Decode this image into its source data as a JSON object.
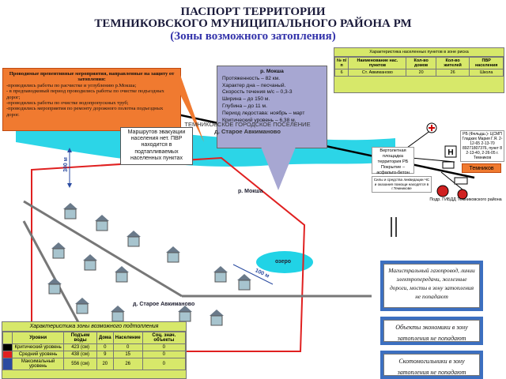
{
  "title": {
    "line1": "ПАСПОРТ ТЕРРИТОРИИ",
    "line2": "ТЕМНИКОВСКОГО МУНИЦИПАЛЬНОГО РАЙОНА РМ",
    "line3": "(Зоны возможного затопления)"
  },
  "preventive": {
    "heading": "Проводимые превентивные мероприятия, направленные на защиту от затопления:",
    "items": [
      "-проводились работы по расчистке и углублению р.Мокша;",
      "- в предпаводковый период проводились работы по очистке подъездных дорог;",
      "-проводились работы по очистке водопропускных труб;",
      "-проводились мероприятия по ремонту дорожного полотна подъездных дорог."
    ]
  },
  "river_info": {
    "title": "р. Мокша",
    "lines": [
      "Протяженность – 82 км.",
      "Характер дна – песчаный.",
      "Скорость течения м/с – 0,3-3",
      "Ширина – до 150 м.",
      "Глубина – до 11 м.",
      "Период ледостава: ноябрь – март",
      "Критический уровень – 6,38 м."
    ]
  },
  "evac_callout": "Маршрутов эвакуации населения нет. ПВР находится в подтапливаемых населенных пунктах",
  "settlement_label": {
    "line1": "ТЕМНИКОВСКОЕ ГОРОДСКОЕ ПОСЕЛЕНИЕ",
    "line2": "д. Старое Авкиманово"
  },
  "top_table": {
    "caption": "Характеристика населенных пунктов в зоне риска",
    "headers": [
      "№ п/п",
      "Наименование нас. пунктов",
      "Кол-во домов",
      "Кол-во жителей",
      "ПВР населения"
    ],
    "row": [
      "6",
      "Ст. Авкиманово",
      "20",
      "26",
      "Школа"
    ]
  },
  "rb_contact": "РБ (Фельдш.)- ЦСМП Гладких Мария Г.Я. 2-12-65 2-13-70 89271807376, пункт 8 2-13-40, 2-26-05 г. Темников",
  "helipad": "Вертолетная площадка территория РБ Покрытие – асфальто-бетон",
  "rescue_note": "Силы и средства ликвидации ЧС и оказания помощи находятся в г.Темникове",
  "temnikov_label": "Темников",
  "gibdd_label": "Подр. ГИБДД Темниковского района",
  "map_labels": {
    "river": "р. Мокша",
    "lake": "озеро",
    "village": "д. Старое Авкиманово",
    "dist300": "300 м",
    "dist100": "100 м"
  },
  "side_notes": [
    "Магистральный газопровод, линии электропередачи, железные дороги, мосты в зону затопления не попадают",
    "Объекты экономики в зону затопления не попадают",
    "Скотомогильники в зону затопления не попадают"
  ],
  "bottom_table": {
    "caption": "Характеристика зоны возможного подтопления",
    "headers": [
      "Уровни",
      "Подъем воды",
      "Дома",
      "Население",
      "Соц. знач. объекты"
    ],
    "rows": [
      {
        "level": "Критический уровень",
        "rise": "423 (см)",
        "houses": "0",
        "pop": "0",
        "soc": "0",
        "color": "#000000"
      },
      {
        "level": "Средний уровень",
        "rise": "438 (см)",
        "houses": "9",
        "pop": "15",
        "soc": "0",
        "color": "#e02020"
      },
      {
        "level": "Максимальный уровень",
        "rise": "556 (см)",
        "houses": "20",
        "pop": "26",
        "soc": "0",
        "color": "#2a4aa0"
      }
    ]
  },
  "colors": {
    "river": "#21d3e6",
    "zone_outline": "#e02020",
    "orange": "#f07a30",
    "purple": "#a7a7d2",
    "header_green": "#d7e86a",
    "side_blue": "#3c6fc0"
  }
}
